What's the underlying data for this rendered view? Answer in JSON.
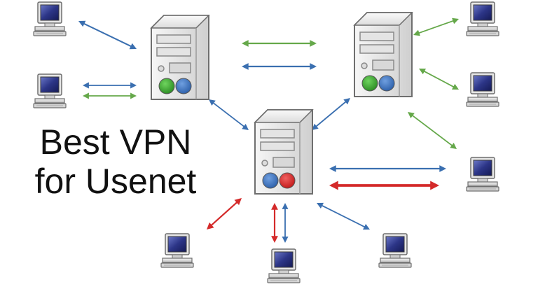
{
  "title": {
    "line1": "Best VPN",
    "line2": "for Usenet"
  },
  "colors": {
    "blue_link": "#3a6fb0",
    "green_link": "#65a84a",
    "red_link": "#d42a2a",
    "server_body": "#e8e8e8",
    "server_outline": "#707070",
    "indicator_green": "#3a9a2e",
    "indicator_blue": "#3a6fb0",
    "indicator_red": "#d42a2a"
  },
  "nodes": [
    {
      "id": "server-left",
      "type": "server",
      "indicators": [
        "green",
        "blue"
      ]
    },
    {
      "id": "server-right",
      "type": "server",
      "indicators": [
        "green",
        "blue"
      ]
    },
    {
      "id": "server-center",
      "type": "server",
      "indicators": [
        "blue",
        "red"
      ]
    },
    {
      "id": "pc-top-left",
      "type": "computer"
    },
    {
      "id": "pc-mid-left",
      "type": "computer"
    },
    {
      "id": "pc-top-right",
      "type": "computer"
    },
    {
      "id": "pc-mid-right",
      "type": "computer"
    },
    {
      "id": "pc-right",
      "type": "computer"
    },
    {
      "id": "pc-bottom-left",
      "type": "computer"
    },
    {
      "id": "pc-bottom-center",
      "type": "computer"
    },
    {
      "id": "pc-bottom-right",
      "type": "computer"
    }
  ],
  "links": [
    {
      "from": "pc-top-left",
      "to": "server-left",
      "color": "blue"
    },
    {
      "from": "pc-mid-left",
      "to": "server-left",
      "color": "blue"
    },
    {
      "from": "pc-mid-left",
      "to": "server-left",
      "color": "green"
    },
    {
      "from": "server-left",
      "to": "server-right",
      "color": "green"
    },
    {
      "from": "server-left",
      "to": "server-right",
      "color": "blue"
    },
    {
      "from": "server-left",
      "to": "server-center",
      "color": "blue"
    },
    {
      "from": "server-right",
      "to": "server-center",
      "color": "blue"
    },
    {
      "from": "server-right",
      "to": "pc-top-right",
      "color": "green"
    },
    {
      "from": "server-right",
      "to": "pc-mid-right",
      "color": "green"
    },
    {
      "from": "server-right",
      "to": "pc-right",
      "color": "green"
    },
    {
      "from": "server-center",
      "to": "pc-right",
      "color": "blue"
    },
    {
      "from": "server-center",
      "to": "pc-right",
      "color": "red"
    },
    {
      "from": "server-center",
      "to": "pc-bottom-left",
      "color": "red"
    },
    {
      "from": "server-center",
      "to": "pc-bottom-center",
      "color": "red"
    },
    {
      "from": "server-center",
      "to": "pc-bottom-center",
      "color": "blue"
    },
    {
      "from": "server-center",
      "to": "pc-bottom-right",
      "color": "blue"
    }
  ]
}
